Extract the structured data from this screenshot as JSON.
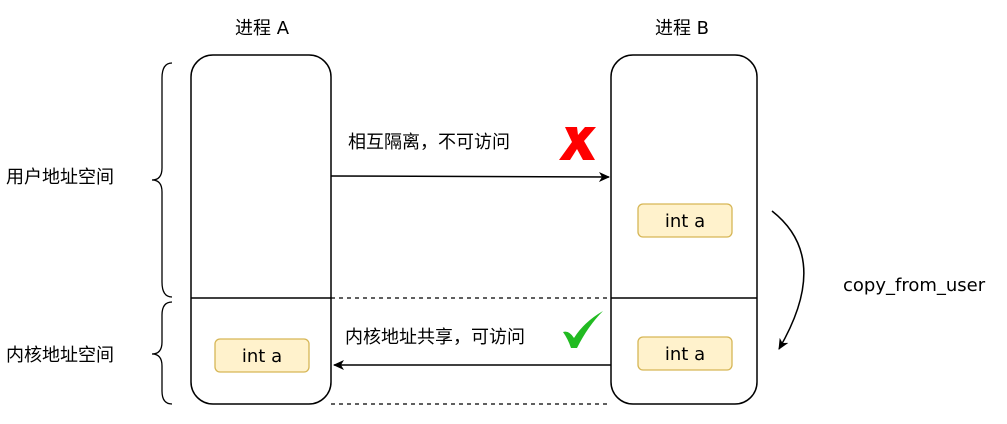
{
  "process_a": {
    "title": "进程 A",
    "kernel_var": "int a"
  },
  "process_b": {
    "title": "进程 B",
    "user_var": "int a",
    "kernel_var": "int a"
  },
  "regions": {
    "user_space": "用户地址空间",
    "kernel_space": "内核地址空间"
  },
  "arrows": {
    "user_access": {
      "label": "相互隔离，不可访问",
      "status": "denied",
      "status_color": "#ff0000"
    },
    "kernel_access": {
      "label": "内核地址共享，可访问",
      "status": "allowed",
      "status_color": "#22bb22"
    },
    "copy": {
      "label": "copy_from_user"
    }
  },
  "colors": {
    "var_fill": "#fff2cc",
    "var_stroke": "#d6b656",
    "line": "#000000"
  }
}
